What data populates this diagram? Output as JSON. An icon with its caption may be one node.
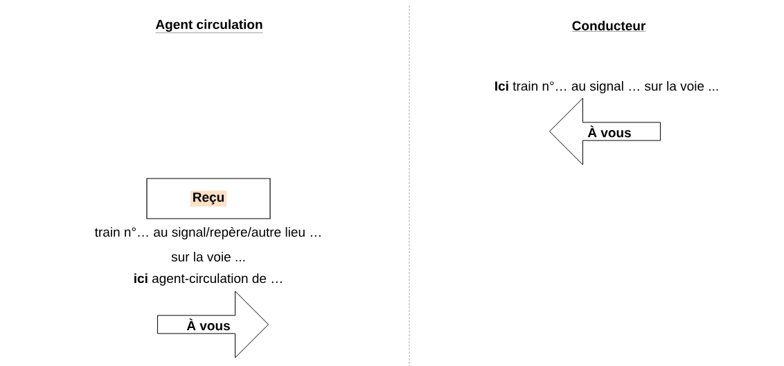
{
  "diagram": {
    "nodes": [
      {
        "text": [
          "Reçu"
        ]
      },
      {
        "text": [
          "À vous"
        ]
      },
      {
        "text": [
          "À vous"
        ]
      }
    ],
    "labels": [
      "Agent circulation",
      "Conducteur",
      "**Ici** train n°… au signal … sur la voie ...",
      "train n°… au signal/repère/autre lieu …",
      "sur la voie ...",
      "**ici** agent-circulation de …"
    ]
  }
}
